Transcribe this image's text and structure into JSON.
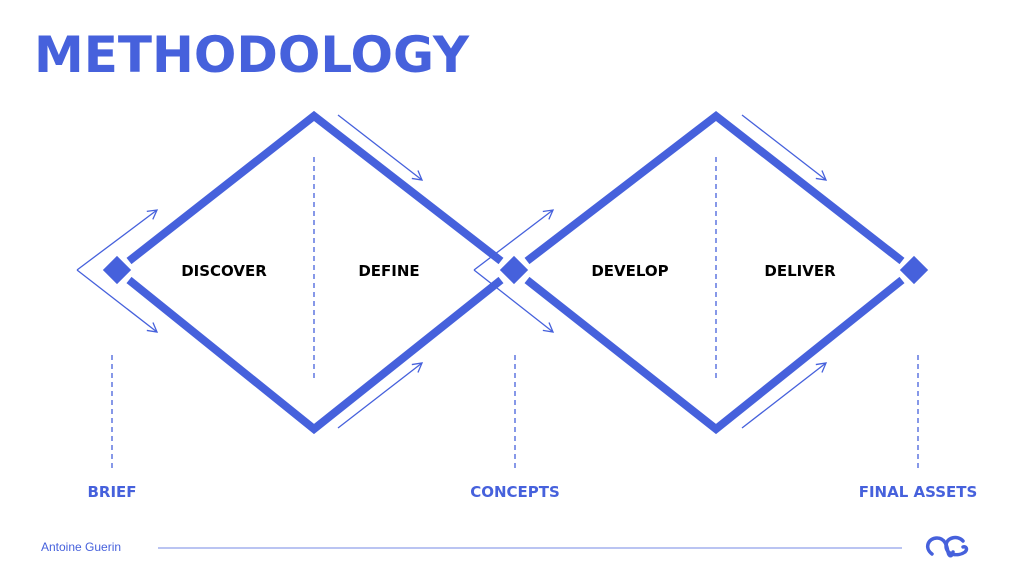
{
  "title": "METHODOLOGY",
  "phases": [
    "DISCOVER",
    "DEFINE",
    "DEVELOP",
    "DELIVER"
  ],
  "milestones": [
    "BRIEF",
    "CONCEPTS",
    "FINAL ASSETS"
  ],
  "footer": {
    "author": "Antoine Guerin",
    "logo": "AG"
  },
  "colors": {
    "accent": "#4661dc",
    "text": "#000000"
  }
}
